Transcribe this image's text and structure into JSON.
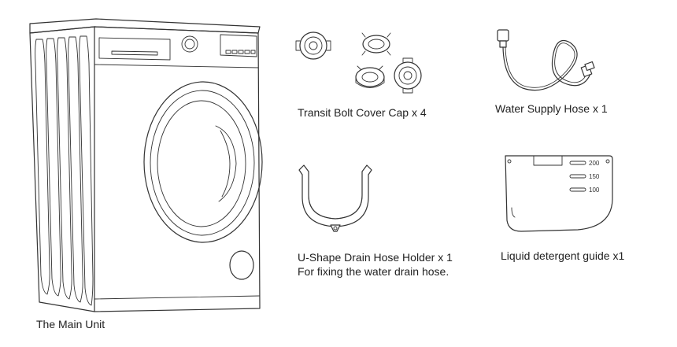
{
  "items": [
    {
      "name": "main-unit",
      "caption": "The Main Unit"
    },
    {
      "name": "transit-bolt-cover-cap",
      "caption": "Transit Bolt Cover Cap x 4"
    },
    {
      "name": "water-supply-hose",
      "caption": "Water Supply Hose x 1"
    },
    {
      "name": "u-shape-drain-hose-holder",
      "caption": "U-Shape Drain Hose Holder x 1",
      "note": "For fixing the water drain hose."
    },
    {
      "name": "liquid-detergent-guide",
      "caption": "Liquid detergent guide x1",
      "marks": [
        "200",
        "150",
        "100"
      ]
    }
  ]
}
